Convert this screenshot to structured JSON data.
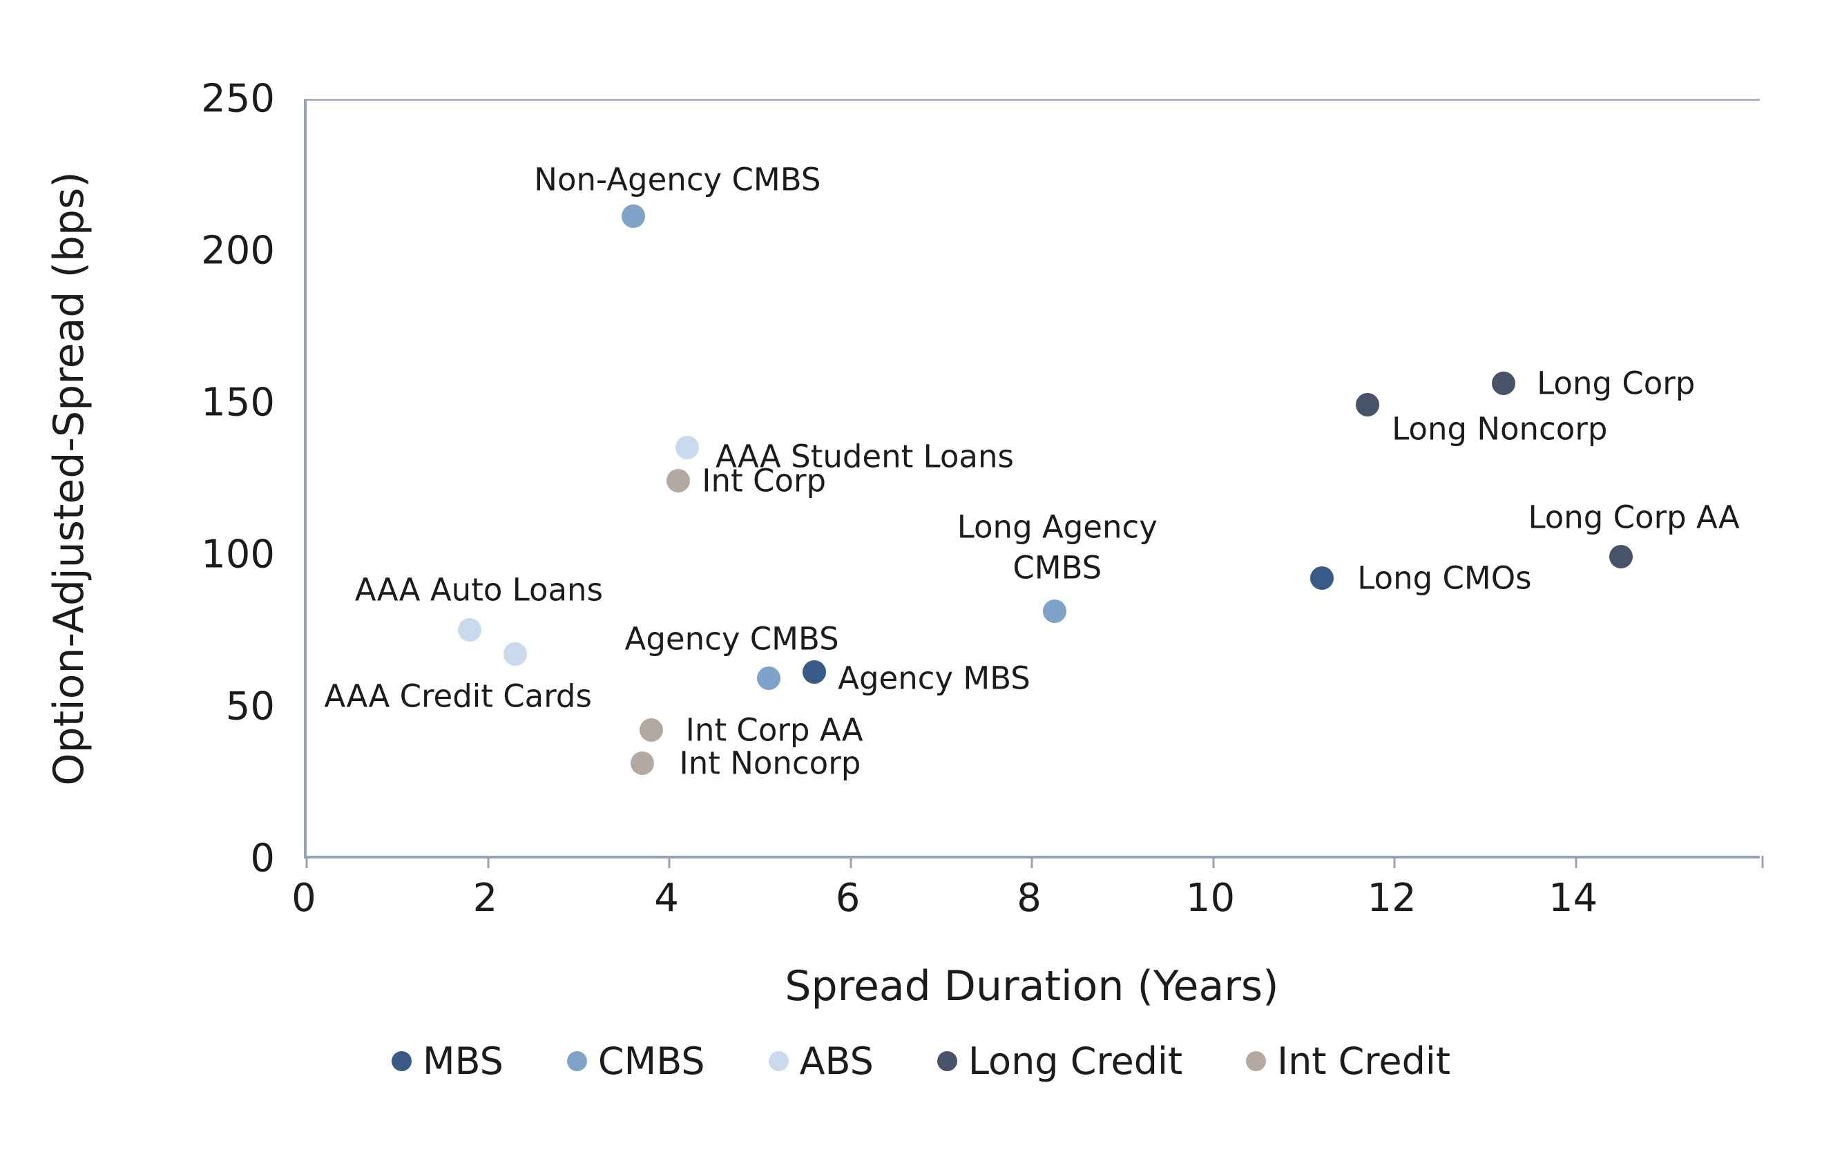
{
  "chart_data": {
    "type": "scatter",
    "xlabel": "Spread Duration (Years)",
    "ylabel": "Option-Adjusted-Spread (bps)",
    "xlim": [
      0,
      16.06
    ],
    "ylim": [
      0,
      250
    ],
    "x_ticks": [
      0,
      2,
      4,
      6,
      8,
      10,
      12,
      14
    ],
    "y_ticks": [
      0,
      50,
      100,
      150,
      200,
      250
    ],
    "grid": false,
    "legend_position": "bottom",
    "series_colors": {
      "MBS": "#375a86",
      "CMBS": "#7fa3c8",
      "ABS": "#c9daed",
      "Long Credit": "#485268",
      "Int Credit": "#b3a9a1"
    },
    "axis_line_color": "#97a3b5",
    "points": [
      {
        "label": "Non-Agency CMBS",
        "series": "CMBS",
        "x": 3.6,
        "y": 212,
        "label_lines": [
          "Non-Agency CMBS"
        ],
        "label_at": {
          "x": 4.09,
          "y": 224,
          "anchor": "center"
        }
      },
      {
        "label": "AAA Student Loans",
        "series": "ABS",
        "x": 4.2,
        "y": 136,
        "label_lines": [
          "AAA Student Loans"
        ],
        "label_at": {
          "x": 4.51,
          "y": 133,
          "anchor": "left"
        }
      },
      {
        "label": "Int Corp",
        "series": "Int Credit",
        "x": 4.1,
        "y": 125,
        "label_lines": [
          "Int Corp"
        ],
        "label_at": {
          "x": 4.36,
          "y": 125,
          "anchor": "left"
        }
      },
      {
        "label": "AAA Auto Loans",
        "series": "ABS",
        "x": 1.8,
        "y": 76,
        "label_lines": [
          "AAA Auto Loans"
        ],
        "label_at": {
          "x": 1.9,
          "y": 89,
          "anchor": "center"
        }
      },
      {
        "label": "AAA Credit Cards",
        "series": "ABS",
        "x": 2.3,
        "y": 68,
        "label_lines": [
          "AAA Credit Cards"
        ],
        "label_at": {
          "x": 1.67,
          "y": 54,
          "anchor": "center"
        }
      },
      {
        "label": "Agency CMBS",
        "series": "CMBS",
        "x": 5.1,
        "y": 60,
        "label_lines": [
          "Agency CMBS"
        ],
        "label_at": {
          "x": 4.69,
          "y": 73,
          "anchor": "center"
        }
      },
      {
        "label": "Agency MBS",
        "series": "MBS",
        "x": 5.6,
        "y": 62,
        "label_lines": [
          "Agency MBS"
        ],
        "label_at": {
          "x": 5.86,
          "y": 60,
          "anchor": "left"
        }
      },
      {
        "label": "Int Corp AA",
        "series": "Int Credit",
        "x": 3.8,
        "y": 43,
        "label_lines": [
          "Int Corp AA"
        ],
        "label_at": {
          "x": 4.18,
          "y": 43,
          "anchor": "left"
        }
      },
      {
        "label": "Int Noncorp",
        "series": "Int Credit",
        "x": 3.7,
        "y": 32,
        "label_lines": [
          "Int Noncorp"
        ],
        "label_at": {
          "x": 4.11,
          "y": 32,
          "anchor": "left"
        }
      },
      {
        "label": "Long Agency CMBS",
        "series": "CMBS",
        "x": 8.25,
        "y": 82,
        "label_lines": [
          "Long Agency",
          "CMBS"
        ],
        "label_at": {
          "x": 8.28,
          "y": 103,
          "anchor": "center"
        }
      },
      {
        "label": "Long CMOs",
        "series": "MBS",
        "x": 11.2,
        "y": 93,
        "label_lines": [
          "Long CMOs"
        ],
        "label_at": {
          "x": 11.59,
          "y": 93,
          "anchor": "left"
        }
      },
      {
        "label": "Long Noncorp",
        "series": "Long Credit",
        "x": 11.7,
        "y": 150,
        "label_lines": [
          "Long Noncorp"
        ],
        "label_at": {
          "x": 11.97,
          "y": 142,
          "anchor": "left"
        }
      },
      {
        "label": "Long Corp",
        "series": "Long Credit",
        "x": 13.2,
        "y": 157,
        "label_lines": [
          "Long Corp"
        ],
        "label_at": {
          "x": 13.57,
          "y": 157,
          "anchor": "left"
        }
      },
      {
        "label": "Long Corp AA",
        "series": "Long Credit",
        "x": 14.5,
        "y": 100,
        "label_lines": [
          "Long Corp AA"
        ],
        "label_at": {
          "x": 14.64,
          "y": 113,
          "anchor": "center"
        }
      }
    ],
    "legend_items": [
      {
        "label": "MBS"
      },
      {
        "label": "CMBS"
      },
      {
        "label": "ABS"
      },
      {
        "label": "Long Credit"
      },
      {
        "label": "Int Credit"
      }
    ]
  }
}
